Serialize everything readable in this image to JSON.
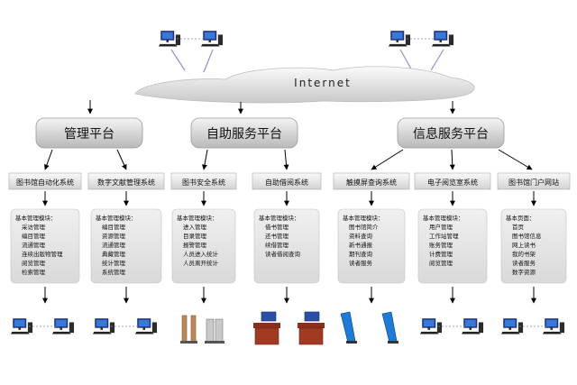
{
  "diagram": {
    "network_label": "Internet",
    "platforms": [
      {
        "id": "mgmt",
        "label": "管理平台"
      },
      {
        "id": "self",
        "label": "自助服务平台"
      },
      {
        "id": "info",
        "label": "信息服务平台"
      }
    ],
    "systems": [
      {
        "label": "图书馆自动化系统",
        "details": [
          "基本管理模块：",
          "采访管理",
          "编目管理",
          "流通管理",
          "连续出版物管理",
          "阅览管理",
          "检索管理"
        ]
      },
      {
        "label": "数字文献管理系统",
        "details": [
          "基本管理模块：",
          "编目管理",
          "资源管理",
          "流通管理",
          "典藏管理",
          "统计管理",
          "系统管理"
        ]
      },
      {
        "label": "图书安全系统",
        "details": [
          "基本管理模块：",
          "进入管理",
          "目录管理",
          "报警管理",
          "人员进入统计",
          "人员离开统计"
        ]
      },
      {
        "label": "自助借阅系统",
        "details": [
          "基本管理模块：",
          "借书管理",
          "还书管理",
          "续借管理",
          "读者借阅查询"
        ]
      },
      {
        "label": "触摸屏查询系统",
        "details": [
          "基本管理模块：",
          "图书馆简介",
          "资料查询",
          "新书通报",
          "期刊查询",
          "读者服务"
        ]
      },
      {
        "label": "电子阅览室系统",
        "details": [
          "基本管理模块：",
          "用户管理",
          "工作站管理",
          "账务管理",
          "计费管理",
          "阅览管理"
        ]
      },
      {
        "label": "图书馆门户网站",
        "details": [
          "基本页面：",
          "首页",
          "图书馆信息",
          "网上读书",
          "我的书架",
          "读者服务",
          "数字资源"
        ]
      }
    ],
    "colors": {
      "arrow": "#000000",
      "platform_top": "#f2f2f2",
      "platform_bottom": "#bdbdbd",
      "link": "#8e7fc4",
      "screen": "#1e3f9e"
    }
  }
}
